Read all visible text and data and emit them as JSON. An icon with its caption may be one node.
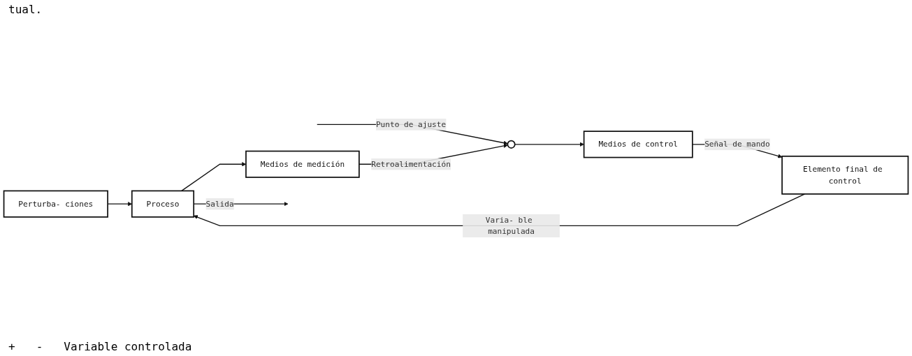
{
  "diagram": {
    "nodes": [
      {
        "text": [
          "Perturba- ciones"
        ]
      },
      {
        "text": [],
        "shape": "circle"
      },
      {
        "text": [
          "Medios de control"
        ]
      },
      {
        "text": [
          "Elemento final de control"
        ]
      },
      {
        "text": [
          "Proceso"
        ]
      },
      {
        "text": [
          "Medios de medición"
        ]
      }
    ],
    "edges": [
      {
        "from": null,
        "to": 1,
        "arrow": "to",
        "label": "Punto de ajuste"
      },
      {
        "from": 1,
        "to": 2,
        "arrow": "to"
      },
      {
        "from": 2,
        "to": 3,
        "arrow": "to",
        "label": "Señal de mando"
      },
      {
        "from": 3,
        "to": 4,
        "arrow": "to",
        "label": "Varia- ble manipulada"
      },
      {
        "from": 0,
        "to": 4,
        "arrow": "to"
      },
      {
        "from": 4,
        "to": null,
        "arrow": "to",
        "label": "Salida"
      },
      {
        "from": 4,
        "to": 5,
        "arrow": "to"
      },
      {
        "from": 5,
        "to": 1,
        "arrow": "to",
        "label": "Retroalimentación"
      }
    ],
    "labels": [
      "tual.",
      "+",
      "-",
      "Variable controlada"
    ]
  }
}
